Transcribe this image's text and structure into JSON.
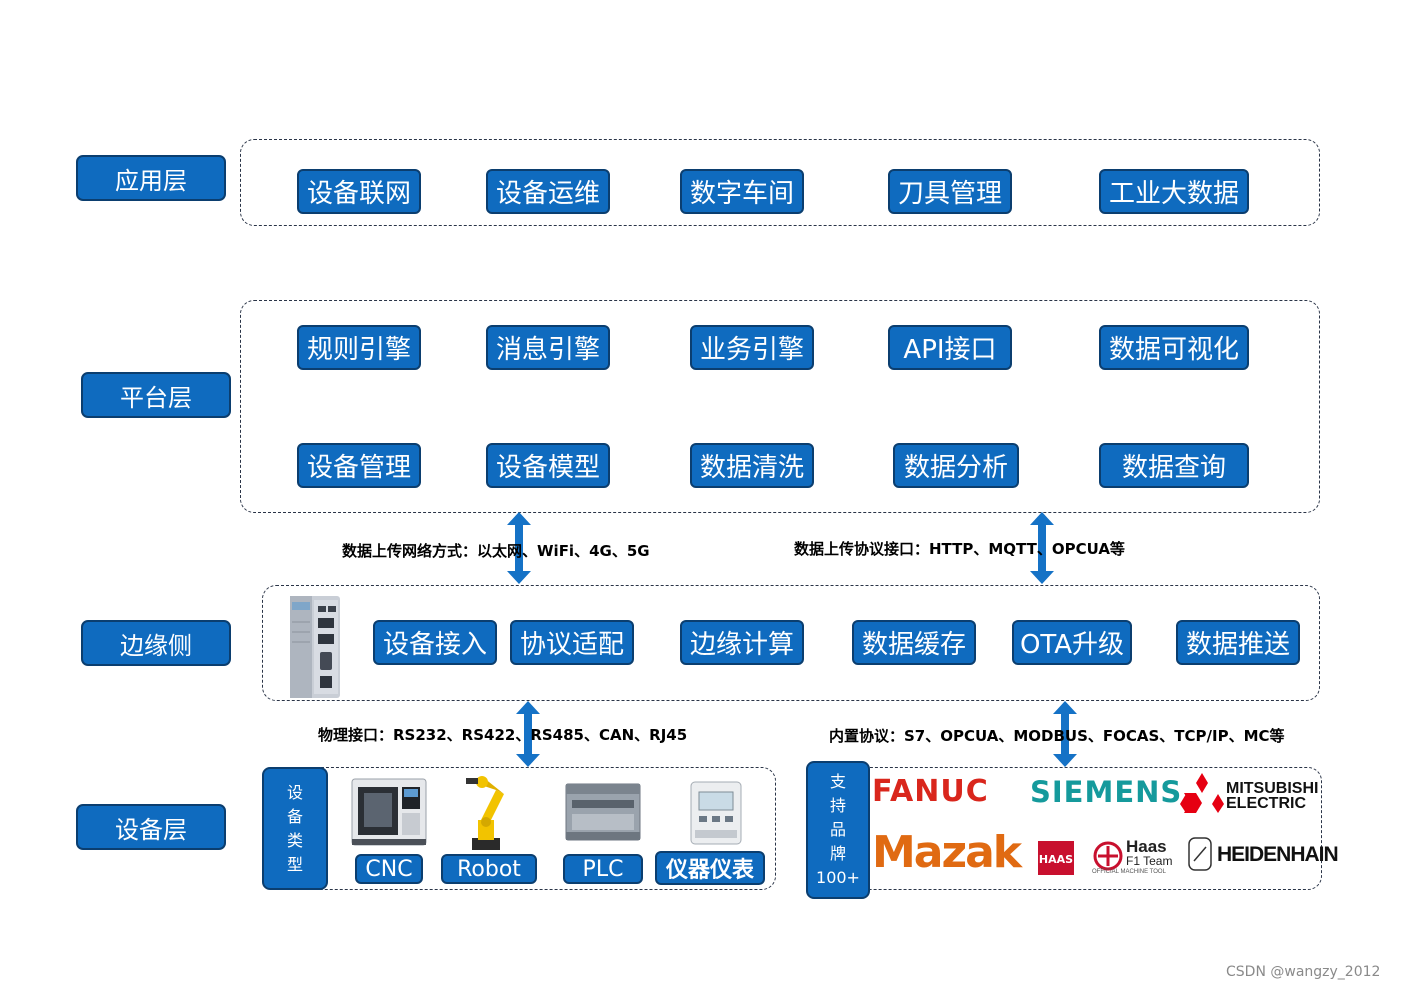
{
  "layers": {
    "app": "应用层",
    "platform": "平台层",
    "edge": "边缘侧",
    "device": "设备层"
  },
  "app_items": [
    "设备联网",
    "设备运维",
    "数字车间",
    "刀具管理",
    "工业大数据"
  ],
  "platform_row1": [
    "规则引擎",
    "消息引擎",
    "业务引擎",
    "API接口",
    "数据可视化"
  ],
  "platform_row2": [
    "设备管理",
    "设备模型",
    "数据清洗",
    "数据分析",
    "数据查询"
  ],
  "upload_notes": {
    "network": "数据上传网络方式：以太网、WiFi、4G、5G",
    "protocol": "数据上传协议接口：HTTP、MQTT、OPCUA等"
  },
  "edge_items": [
    "设备接入",
    "协议适配",
    "边缘计算",
    "数据缓存",
    "OTA升级",
    "数据推送"
  ],
  "device_notes": {
    "physical": "物理接口：RS232、RS422、RS485、CAN、RJ45",
    "builtin": "内置协议：S7、OPCUA、MODBUS、FOCAS、TCP/IP、MC等"
  },
  "device_types": {
    "tag": [
      "设",
      "备",
      "类",
      "型"
    ],
    "items": [
      "CNC",
      "Robot",
      "PLC",
      "仪器仪表"
    ]
  },
  "brands": {
    "tag": [
      "支",
      "持",
      "品",
      "牌",
      "100+"
    ],
    "fanuc": "FANUC",
    "siemens": "SIEMENS",
    "mitsubishi_1": "MITSUBISHI",
    "mitsubishi_2": "ELECTRIC",
    "mazak": "Mazak",
    "haas_1": "Haas",
    "haas_2": "F1 Team",
    "haas_3": "OFFICIAL MACHINE TOOL",
    "haas_logo": "HAAS",
    "heidenhain": "HEIDENHAIN"
  },
  "colors": {
    "chip_fill": "#0f6bbf",
    "chip_border": "#0b3e6f",
    "arrow": "#1572c6",
    "fanuc": "#d9261c",
    "siemens": "#159a9c",
    "mazak": "#e06a12",
    "haas": "#c8102e",
    "mitsubishi": "#e60012"
  },
  "credit": "CSDN @wangzy_2012"
}
